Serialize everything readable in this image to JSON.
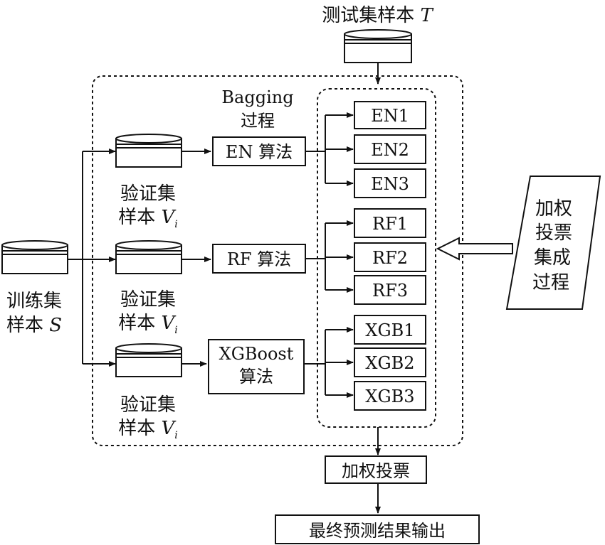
{
  "test_set": {
    "label": "测试集样本",
    "var": "T"
  },
  "training_set": {
    "line1": "训练集",
    "line2": "样本",
    "var": "S"
  },
  "validation_sets": [
    {
      "line1": "验证集",
      "line2": "样本",
      "var": "V",
      "sub": "i"
    },
    {
      "line1": "验证集",
      "line2": "样本",
      "var": "V",
      "sub": "i"
    },
    {
      "line1": "验证集",
      "line2": "样本",
      "var": "V",
      "sub": "i"
    }
  ],
  "bagging": {
    "line1": "Bagging",
    "line2": "过程"
  },
  "algorithms": [
    {
      "line1": "EN 算法",
      "line2": ""
    },
    {
      "line1": "RF 算法",
      "line2": ""
    },
    {
      "line1": "XGBoost",
      "line2": "算法"
    }
  ],
  "models": [
    [
      "EN1",
      "EN2",
      "EN3"
    ],
    [
      "RF1",
      "RF2",
      "RF3"
    ],
    [
      "XGB1",
      "XGB2",
      "XGB3"
    ]
  ],
  "weighted_voting_process": [
    "加权",
    "投票",
    "集成",
    "过程"
  ],
  "weighted_voting": "加权投票",
  "final_output": "最终预测结果输出"
}
